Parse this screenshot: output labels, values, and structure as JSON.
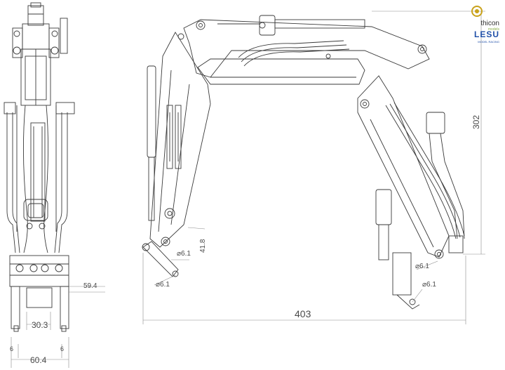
{
  "dimensions": {
    "overall_width": "403",
    "height_right": "302",
    "width_30_3": "30.3",
    "width_60_4": "60.4",
    "offset_6_left": "6",
    "offset_6_right": "6",
    "depth_59_4": "59.4",
    "length_41_8": "41.8",
    "hole_bucket_1": "⌀6.1",
    "hole_bucket_2": "⌀6.1",
    "hole_right_1": "⌀6.1",
    "hole_right_2": "⌀6.1"
  },
  "logos": {
    "thicon": "thicon",
    "thicon_sub": "models",
    "lesu": "LESU",
    "lesu_sub": "MODEL RACING"
  },
  "colors": {
    "line": "#3a3a3a",
    "dim_line": "#8a8a8a",
    "thicon_accent": "#c9a21a",
    "lesu_blue": "#1f4fa8"
  }
}
